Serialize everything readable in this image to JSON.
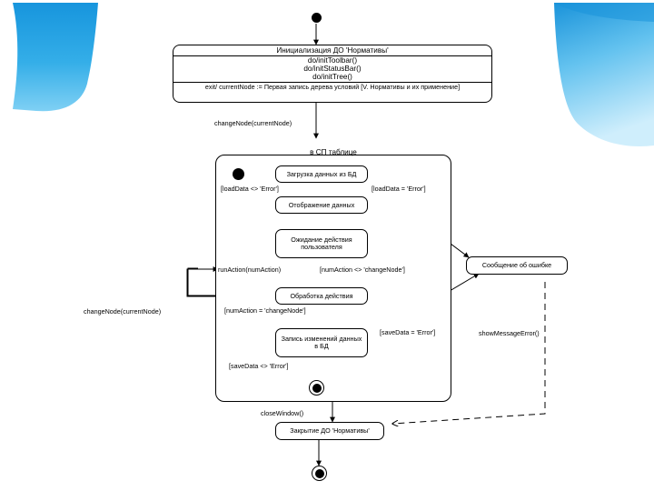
{
  "slide": {
    "title": "UML diagram slide",
    "background_color": "#ffffff",
    "accent_color": "#1a9de0"
  },
  "decor": {
    "left_shape": "blue-ribbon-left",
    "right_shape": "blue-ribbon-right",
    "gradient_top": "#1795dd",
    "gradient_bottom": "#bfe7fa"
  },
  "diagram": {
    "type": "uml-state-machine",
    "initial_node": {
      "name": "initial-pseudostate",
      "label": ""
    },
    "top_state": {
      "name": "Инициализация ДО 'Нормативы'",
      "actions": [
        "do/initToolbar()",
        "do/initStatusBar()",
        "do/initTree()"
      ],
      "exit_action": "exit/ currentNode := Первая запись дерева условий [V. Нормативы и их применение]"
    },
    "transitions": {
      "to_composite": "changeNode(currentNode)",
      "load_ok": "[loadData <> 'Error']",
      "load_error": "[loadData = 'Error']",
      "run_action": "runAction(numAction)",
      "not_change_node": "[numAction <> 'changeNode']",
      "is_change_node": "[numAction = 'changeNode']",
      "save_error": "[saveData = 'Error']",
      "save_ok": "[saveData <> 'Error']",
      "change_node_loop": "changeNode(currentNode)",
      "show_message_error": "showMessageError()",
      "close_window": "closeWindow()"
    },
    "composite_state": {
      "title": "в СП таблице",
      "substates": [
        {
          "id": "load",
          "label": "Загрузка данных из БД"
        },
        {
          "id": "display",
          "label": "Отображение данных"
        },
        {
          "id": "wait",
          "label": "Ожидание действия пользователя"
        },
        {
          "id": "process",
          "label": "Обработка действия"
        },
        {
          "id": "save",
          "label": "Запись изменений данных в БД"
        }
      ],
      "final_node": {
        "name": "composite-final-state",
        "label": ""
      }
    },
    "error_state": {
      "label": "Сообщение об ошибке"
    },
    "close_state": {
      "label": "Закрытие ДО 'Нормативы'"
    },
    "final_node": {
      "name": "diagram-final-state",
      "label": ""
    }
  }
}
